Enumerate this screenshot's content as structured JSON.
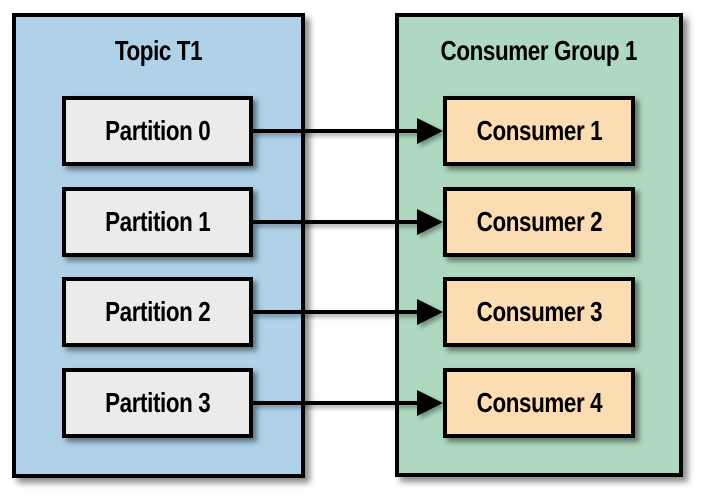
{
  "topic_panel": {
    "title": "Topic T1",
    "partitions": [
      {
        "label": "Partition 0"
      },
      {
        "label": "Partition 1"
      },
      {
        "label": "Partition 2"
      },
      {
        "label": "Partition 3"
      }
    ]
  },
  "consumer_panel": {
    "title": "Consumer Group 1",
    "consumers": [
      {
        "label": "Consumer 1"
      },
      {
        "label": "Consumer 2"
      },
      {
        "label": "Consumer 3"
      },
      {
        "label": "Consumer 4"
      }
    ]
  },
  "connections": [
    {
      "from": "Partition 0",
      "to": "Consumer 1"
    },
    {
      "from": "Partition 1",
      "to": "Consumer 2"
    },
    {
      "from": "Partition 2",
      "to": "Consumer 3"
    },
    {
      "from": "Partition 3",
      "to": "Consumer 4"
    }
  ],
  "colors": {
    "topic_fill": "#afd2e8",
    "consumer_group_fill": "#aed8bf",
    "partition_fill": "#ebebeb",
    "consumer_fill": "#fcdcb2",
    "border": "#000000",
    "background": "#ffffff"
  }
}
